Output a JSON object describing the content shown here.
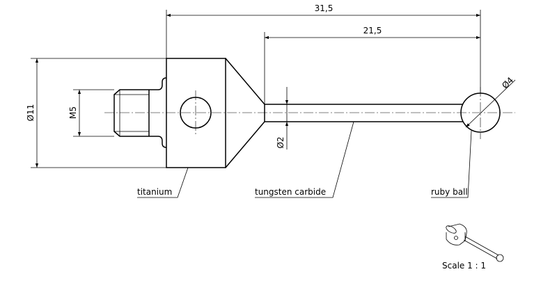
{
  "dimensions": {
    "overall_length": "31,5",
    "stylus_length": "21,5",
    "body_diameter": "Ø11",
    "thread": "M5",
    "stem_diameter": "Ø2",
    "ball_diameter": "Ø4"
  },
  "materials": {
    "body": "titanium",
    "stem": "tungsten carbide",
    "ball": "ruby ball"
  },
  "scale": "Scale 1 : 1"
}
